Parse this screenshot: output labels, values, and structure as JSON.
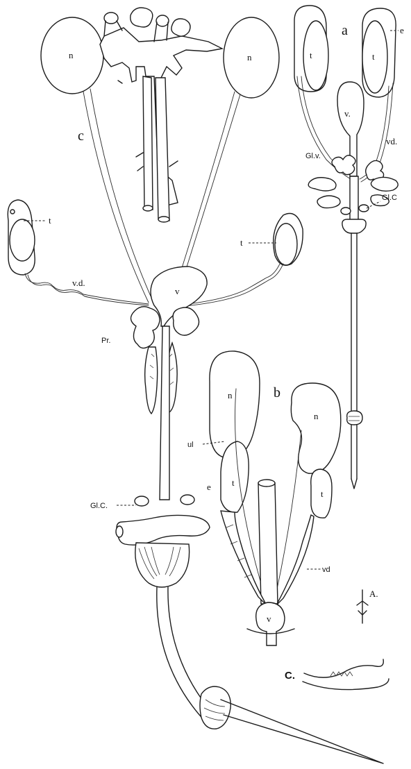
{
  "figures": {
    "a": {
      "letter": "a"
    },
    "b": {
      "letter": "b"
    },
    "c": {
      "letter": "c"
    }
  },
  "labels": {
    "n": "n",
    "t": "t",
    "e": "e",
    "v": "v",
    "v_dot": "v.",
    "vd": "vd",
    "vd_dot": "vd.",
    "v_d": "v.d.",
    "gl_v": "Gl.v.",
    "gl_c": "Gl.C",
    "gl_c_dot": "Gl.C.",
    "pr": "Pr.",
    "ul": "ul",
    "detail_A": "A.",
    "detail_C": "C."
  }
}
